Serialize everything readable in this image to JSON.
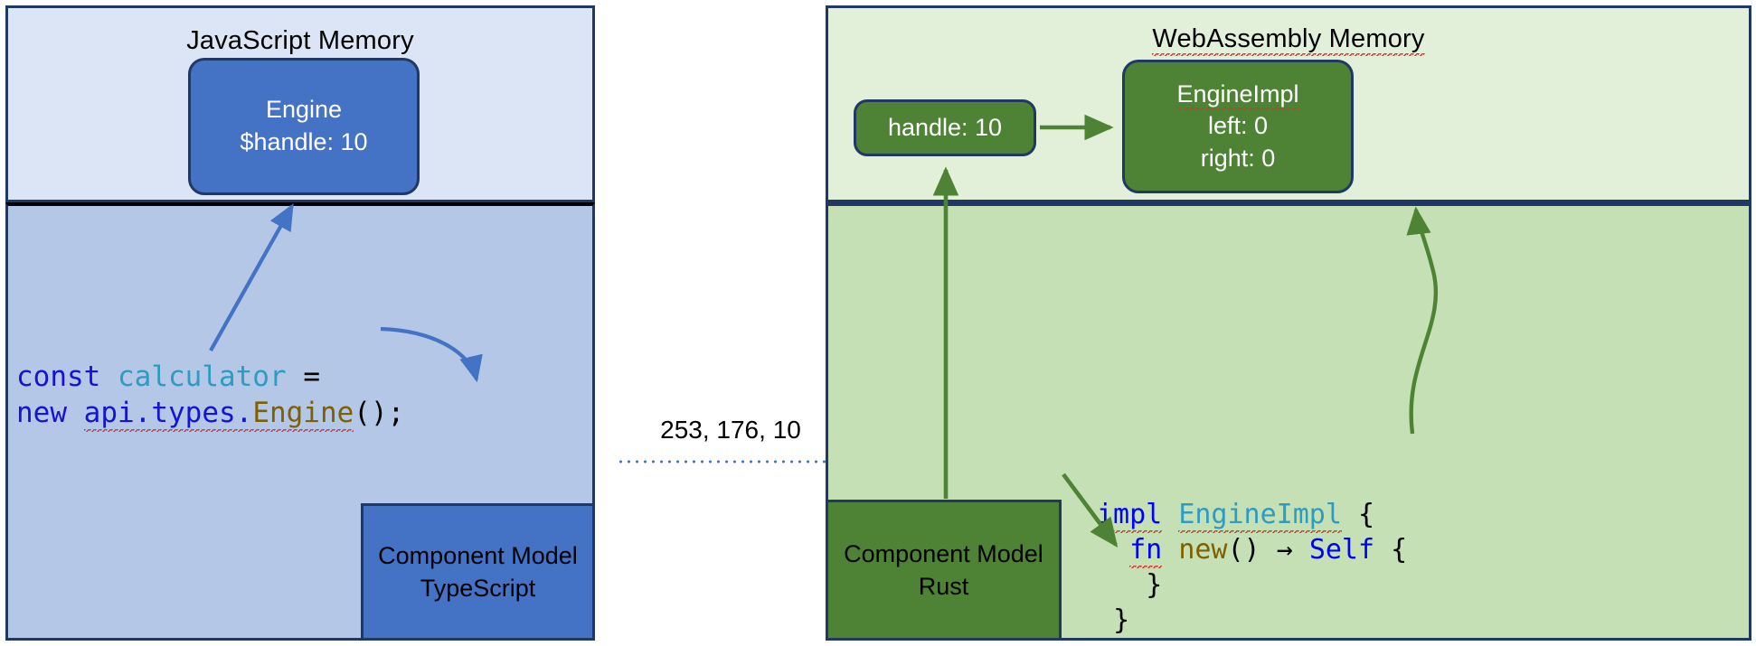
{
  "diagram": {
    "title_hidden": "Resource handle lifetime across JS and WebAssembly memory",
    "panels": {
      "javascript": {
        "title": "JavaScript Memory",
        "title_misspelled": false,
        "background_top": "#dce5f5",
        "background_bottom": "#b4c7e7",
        "border": "#1f3864"
      },
      "webassembly": {
        "title": "WebAssembly Memory",
        "title_misspelled": true,
        "background_top": "#e2efd9",
        "background_bottom": "#c5e0b4",
        "border": "#1f3864"
      }
    },
    "objects": {
      "engine": {
        "line1": "Engine",
        "line2": "$handle: 10",
        "fill": "#4472c4"
      },
      "handle": {
        "line1": "handle: 10",
        "fill": "#4e8234"
      },
      "engine_impl": {
        "line1": "EngineImpl",
        "line1_misspelled": true,
        "line2": "left: 0",
        "line3": "right: 0",
        "fill": "#4e8234"
      }
    },
    "boxes": {
      "component_model_typescript": {
        "line1": "Component Model",
        "line2": "TypeScript",
        "fill": "#4472c4"
      },
      "component_model_rust": {
        "line1": "Component Model",
        "line2": "Rust",
        "fill": "#4e8234"
      }
    },
    "code_typescript": {
      "line1": {
        "kw_const": "const",
        "ident": "calculator",
        "op": "="
      },
      "line2": {
        "kw_new": "new",
        "path": "api.types.",
        "type": "Engine",
        "tail": "();"
      }
    },
    "code_rust": {
      "line1": {
        "kw_impl": "impl",
        "type": "EngineImpl",
        "brace": "{"
      },
      "line2": {
        "kw_fn": "fn",
        "fn_name": "new",
        "parens": "()",
        "arrow": "→",
        "ret": "Self",
        "brace": "{"
      },
      "line3": "}",
      "line4": "}"
    },
    "center_label": {
      "text": "253, 176, 10",
      "dotted_line_color": "#4472c4"
    },
    "arrows": {
      "ts_to_engine": {
        "color": "#4472c4",
        "style": "straight",
        "label": ""
      },
      "ts_code_to_cm_ts": {
        "color": "#4472c4",
        "style": "curved",
        "label": ""
      },
      "handle_to_engineimpl": {
        "color": "#4e8234",
        "style": "straight",
        "label": ""
      },
      "cm_rust_to_handle": {
        "color": "#4e8234",
        "style": "straight-vertical",
        "label": ""
      },
      "cm_rust_to_fn_new": {
        "color": "#4e8234",
        "style": "straight",
        "label": ""
      },
      "rust_code_to_engineimpl": {
        "color": "#4e8234",
        "style": "curved",
        "label": ""
      }
    },
    "colors": {
      "accent_blue": "#4472c4",
      "accent_green": "#4e8234",
      "border_navy": "#1f3864",
      "code_keyword_blue": "#1414d2",
      "code_ident_cyan": "#2e9bc0",
      "code_type_olive": "#7f6000",
      "spellcheck_red": "#e03030"
    }
  }
}
